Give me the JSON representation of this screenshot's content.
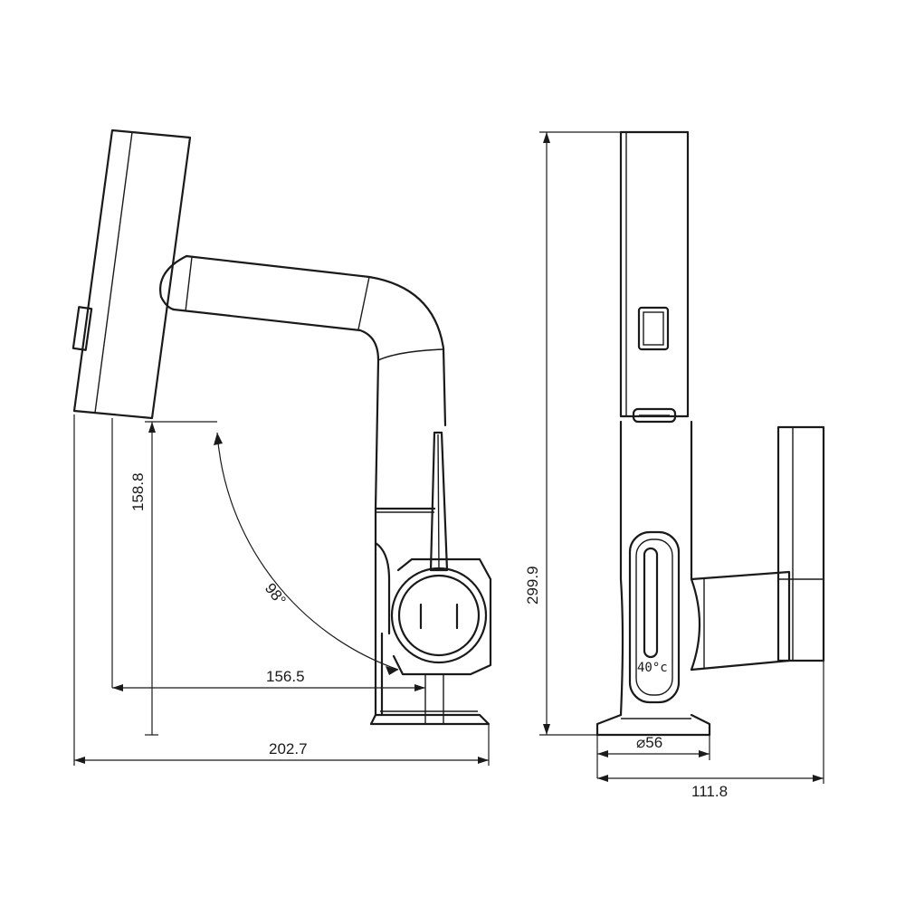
{
  "dimensions": {
    "spout_height": "158.8",
    "rotation_angle": "98°",
    "reach_inner": "156.5",
    "reach_overall": "202.7",
    "total_height": "299.9",
    "base_diameter": "⌀56",
    "overall_width": "111.8"
  },
  "display": {
    "temperature": "40°c"
  },
  "colors": {
    "line": "#1a1a1a",
    "background": "#ffffff"
  }
}
